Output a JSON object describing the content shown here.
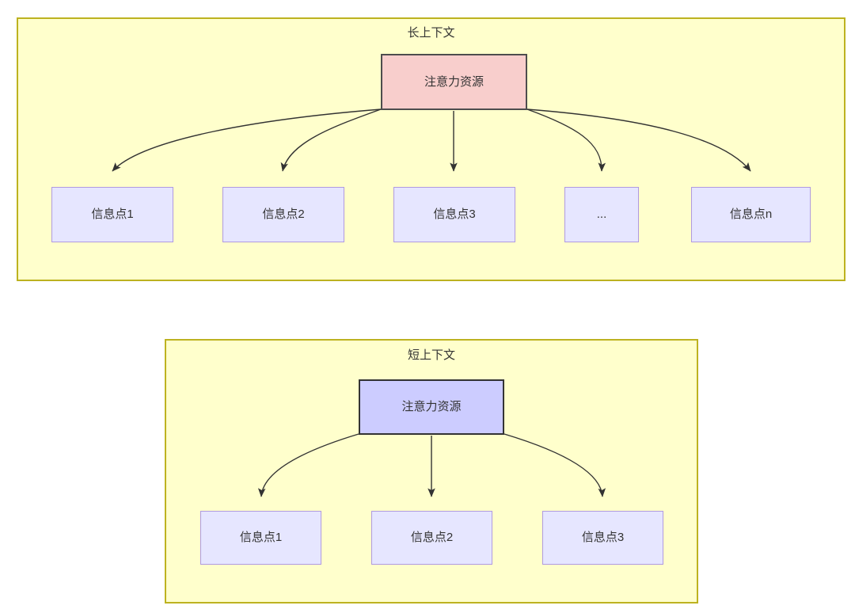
{
  "diagram": {
    "title": "",
    "colors": {
      "group_fill": "#ffffcc",
      "group_stroke": "#bdb220",
      "attention_long_fill": "#f8cecc",
      "attention_long_stroke": "#4d4d4d",
      "attention_short_fill": "#ccccff",
      "attention_short_stroke": "#333333",
      "info_fill": "#e6e6ff",
      "info_stroke": "#b09ae0",
      "edge_stroke": "#333333",
      "text": "#333333",
      "page_background": "#ffffff"
    },
    "groups": [
      {
        "id": "long",
        "label": "长上下文",
        "root": {
          "label": "注意力资源"
        },
        "children": [
          {
            "label": "信息点1"
          },
          {
            "label": "信息点2"
          },
          {
            "label": "信息点3"
          },
          {
            "label": "..."
          },
          {
            "label": "信息点n"
          }
        ]
      },
      {
        "id": "short",
        "label": "短上下文",
        "root": {
          "label": "注意力资源"
        },
        "children": [
          {
            "label": "信息点1"
          },
          {
            "label": "信息点2"
          },
          {
            "label": "信息点3"
          }
        ]
      }
    ]
  }
}
